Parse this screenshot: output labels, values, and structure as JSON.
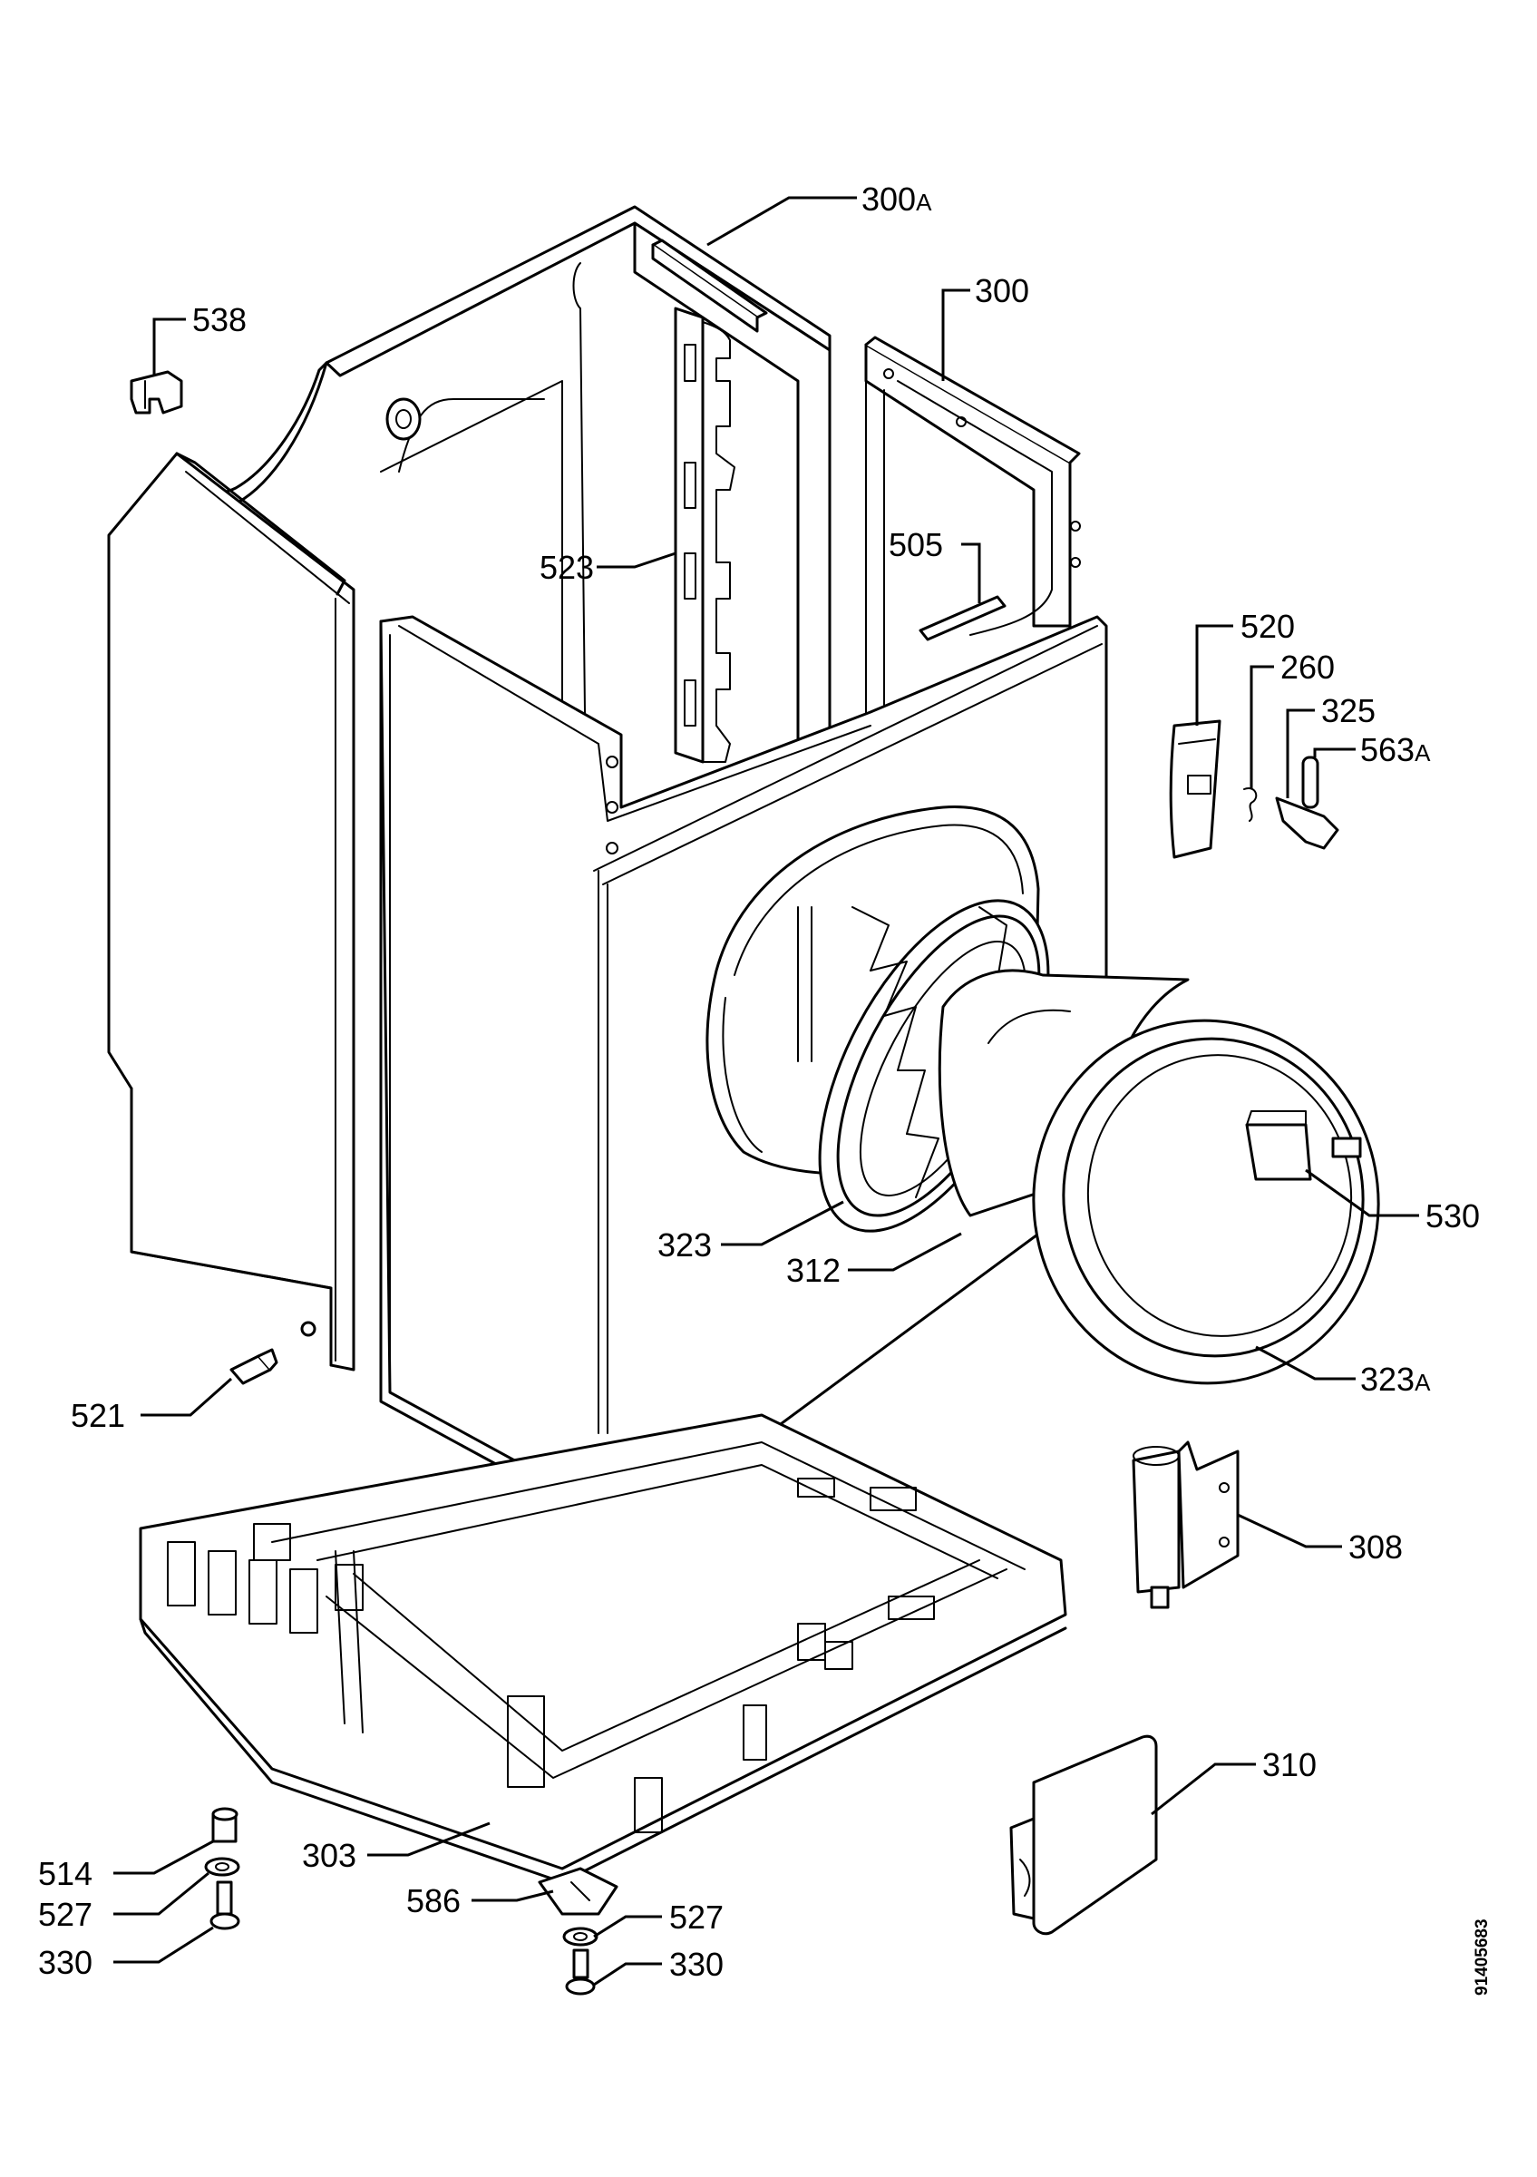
{
  "callouts": [
    {
      "id": "300a",
      "number": "300",
      "suffix": "A"
    },
    {
      "id": "300",
      "number": "300",
      "suffix": ""
    },
    {
      "id": "538",
      "number": "538",
      "suffix": ""
    },
    {
      "id": "505",
      "number": "505",
      "suffix": ""
    },
    {
      "id": "523",
      "number": "523",
      "suffix": ""
    },
    {
      "id": "520",
      "number": "520",
      "suffix": ""
    },
    {
      "id": "260",
      "number": "260",
      "suffix": ""
    },
    {
      "id": "325",
      "number": "325",
      "suffix": ""
    },
    {
      "id": "563a",
      "number": "563",
      "suffix": "A"
    },
    {
      "id": "530",
      "number": "530",
      "suffix": ""
    },
    {
      "id": "323",
      "number": "323",
      "suffix": ""
    },
    {
      "id": "312",
      "number": "312",
      "suffix": ""
    },
    {
      "id": "323a",
      "number": "323",
      "suffix": "A"
    },
    {
      "id": "521",
      "number": "521",
      "suffix": ""
    },
    {
      "id": "308",
      "number": "308",
      "suffix": ""
    },
    {
      "id": "310",
      "number": "310",
      "suffix": ""
    },
    {
      "id": "303",
      "number": "303",
      "suffix": ""
    },
    {
      "id": "514",
      "number": "514",
      "suffix": ""
    },
    {
      "id": "527-left",
      "number": "527",
      "suffix": ""
    },
    {
      "id": "330-left",
      "number": "330",
      "suffix": ""
    },
    {
      "id": "586",
      "number": "586",
      "suffix": ""
    },
    {
      "id": "527-right",
      "number": "527",
      "suffix": ""
    },
    {
      "id": "330-right",
      "number": "330",
      "suffix": ""
    }
  ],
  "drawing_code": "91405683"
}
